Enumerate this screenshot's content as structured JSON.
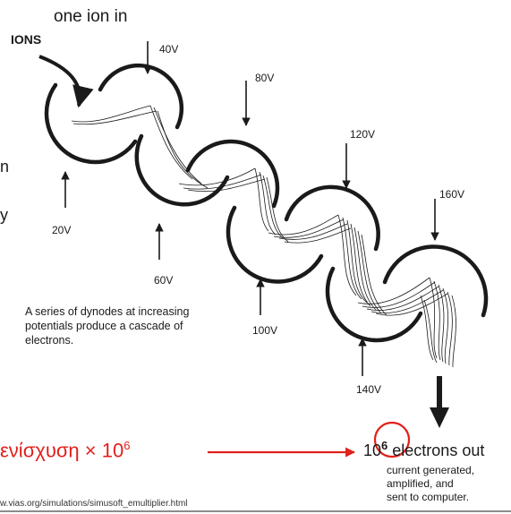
{
  "header": {
    "top_label": "one ion in",
    "ions_label": "IONS"
  },
  "voltages": [
    "20V",
    "40V",
    "60V",
    "80V",
    "100V",
    "120V",
    "140V",
    "160V"
  ],
  "caption": [
    "A series of dynodes at increasing",
    "potentials produce a cascade of",
    "electrons."
  ],
  "left_fragments": [
    "n",
    "y"
  ],
  "gain_label": "ενίσχυση × 10",
  "gain_exponent": "6",
  "output": {
    "base": "10",
    "exponent": "6",
    "label": "electrons out",
    "notes": [
      "current generated,",
      "amplified, and",
      "sent to computer."
    ]
  },
  "source_url": "w.vias.org/simulations/simusoft_emultiplier.html",
  "colors": {
    "ink": "#1a1a1a",
    "accent": "#e0201c"
  }
}
